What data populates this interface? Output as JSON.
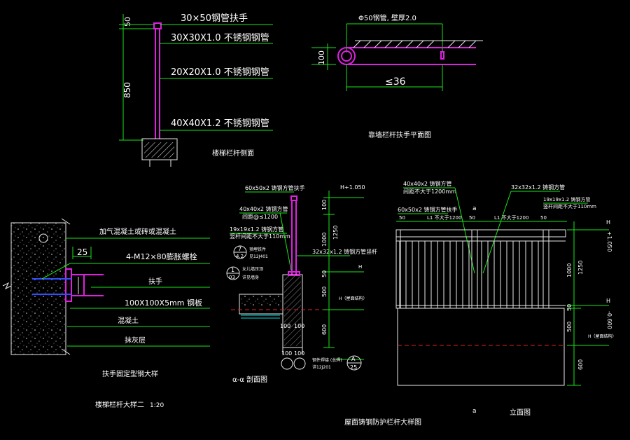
{
  "colors": {
    "background": "#000000",
    "leader": "#19e619",
    "outline": "#e8e8e8",
    "rail": "#e020e0",
    "datum": "#e02020",
    "anchor": "#3050ff"
  },
  "stair_section": {
    "dim_top": "50",
    "dim_height": "850",
    "label_handrail": "30×50钢管扶手",
    "label_post": "30X30X1.0 不锈钢钢管",
    "label_mid": "20X20X1.0 不锈钢钢管",
    "label_base": "40X40X1.2 不锈钢钢管",
    "caption": "楼梯栏杆侧面"
  },
  "plan_view": {
    "label_tube": "Φ50钢管, 壁厚2.0",
    "dim_depth": "100",
    "dim_spacing": "≤36",
    "caption": "靠墙栏杆扶手平面图"
  },
  "anchor_detail": {
    "dim_25": "25",
    "label_wall": "加气混凝土或砖或混凝土",
    "label_bolt": "4-M12×80膨胀螺栓",
    "label_handrail": "扶手",
    "label_plate": "100X100X5mm 钢板",
    "label_concrete": "混凝土",
    "label_finish": "抹灰层",
    "caption1": "扶手固定型钢大样",
    "caption2": "楼梯栏杆大样二",
    "scale": "1:20"
  },
  "section_aa": {
    "label_top": "60x50x2 铸钢方管扶手",
    "label_post_a": "40x40x2 铸钢方管",
    "label_post_b": "间距@≤1200",
    "label_bar_a": "19x19x1.2 铸钢方管",
    "label_bar_b": "竖杆间距不大于110mm",
    "label_right": "32x32x1.2 铸钢方管竖杆",
    "tag1_num": "7",
    "tag1_sub": "4.2",
    "tag1_text_a": "预埋铁件",
    "tag1_text_b": "见12J401",
    "tag2_num": "1",
    "tag2_sub": "03",
    "tag2_text_a": "女儿墙压顶",
    "tag2_text_b": "详见墙身",
    "level_top": "H+1.050",
    "level_h": "H",
    "level_roof": "H（屋面结构）",
    "dim_100": "100",
    "dim_1000": "1000",
    "dim_1250": "1250",
    "dim_50": "50",
    "dim_600": "600",
    "dim_500": "500",
    "dim_100b": "100",
    "dim_100c": "100",
    "dim_a": "100",
    "dim_b": "100",
    "note_a": "钢件焊接 (总焊)",
    "note_b": "详12J201",
    "ref_letter": "A",
    "ref_num": "25",
    "caption": "α-α 剖面图"
  },
  "elevation": {
    "label_post_a": "40x40x2 铸钢方管",
    "label_post_b": "间距不大于1200mm",
    "label_bar": "32x32x1.2 铸钢方管",
    "label_top": "60x50x2 铸钢方管扶手",
    "label_bar2_a": "19x19x1.2 铸钢方管",
    "label_bar2_b": "竖杆间距不大于110mm",
    "axis_label": "a",
    "dim_50a": "50",
    "dim_l1a": "L1 不大于1200",
    "dim_l1b": "L1 不大于1200",
    "dim_50b": "50",
    "dim_50c": "50",
    "level_top": "H",
    "level_top2": "+1.050",
    "level_mid": "H",
    "level_mid2": "-0.600",
    "level_bot": "H（屋面结构）",
    "dim_1000": "1000",
    "dim_1250": "1250",
    "dim_50": "50",
    "dim_500": "500",
    "dim_600": "600",
    "caption": "立面图",
    "axis_bottom": "a"
  },
  "main_caption": "屋面铸钢防护栏杆大样图"
}
